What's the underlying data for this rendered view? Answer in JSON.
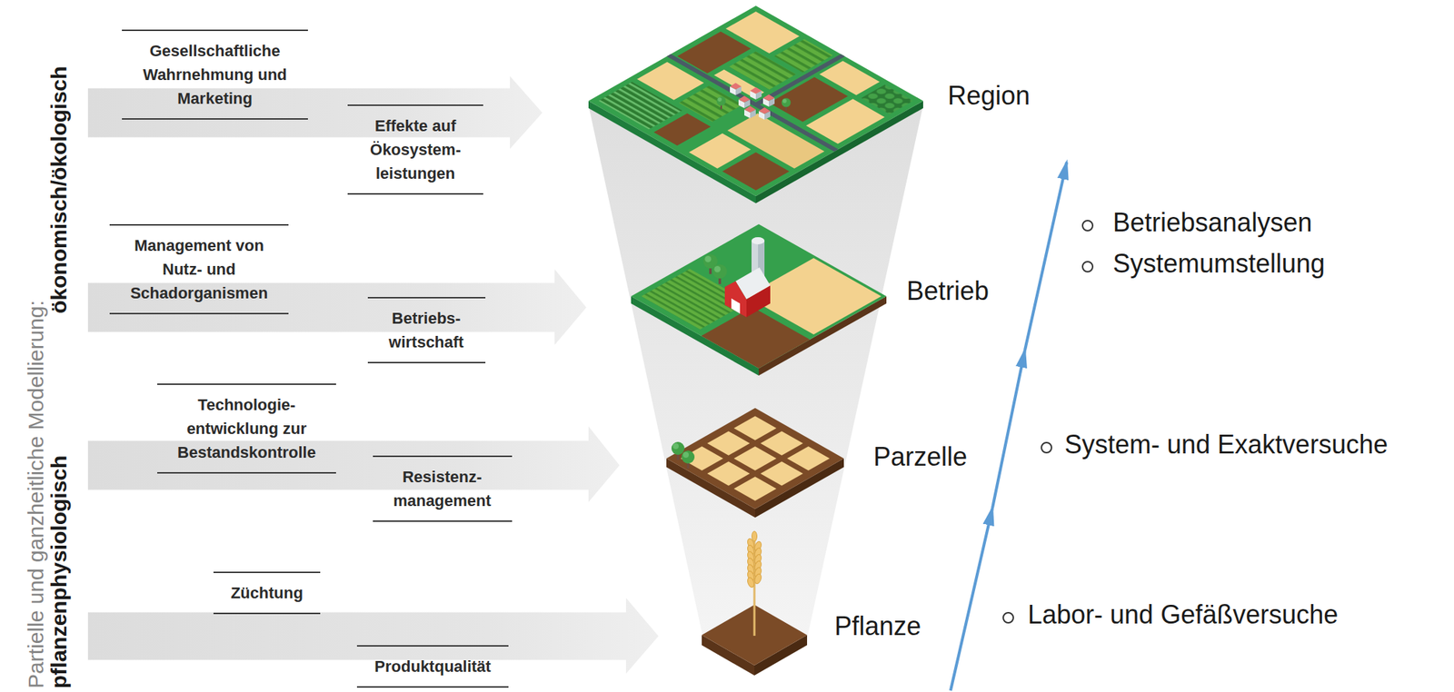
{
  "diagram": {
    "nodes": [
      {
        "text": [
          "Gesellschaftliche Wahrnehmung und Marketing",
          "Effekte auf Ökosystem- leistungen"
        ]
      },
      {
        "text": [
          "Management von Nutz- und Schadorganismen",
          "Betriebs- wirtschaft"
        ]
      },
      {
        "text": [
          "Technologie- entwicklung zur Bestandskontrolle",
          "Resistenz- management"
        ]
      },
      {
        "text": [
          "Züchtung",
          "Produktqualität"
        ]
      }
    ],
    "labels": [
      "Partielle und ganzheitliche Modellierung:",
      "ökonomisch/ökologisch",
      "pflanzenphysiologisch",
      "Region",
      "Betriebsanalysen",
      "Systemumstellung",
      "Betrieb",
      "Parzelle",
      "System- und Exaktversuche",
      "Pflanze",
      "Labor- und Gefäßversuche"
    ]
  }
}
